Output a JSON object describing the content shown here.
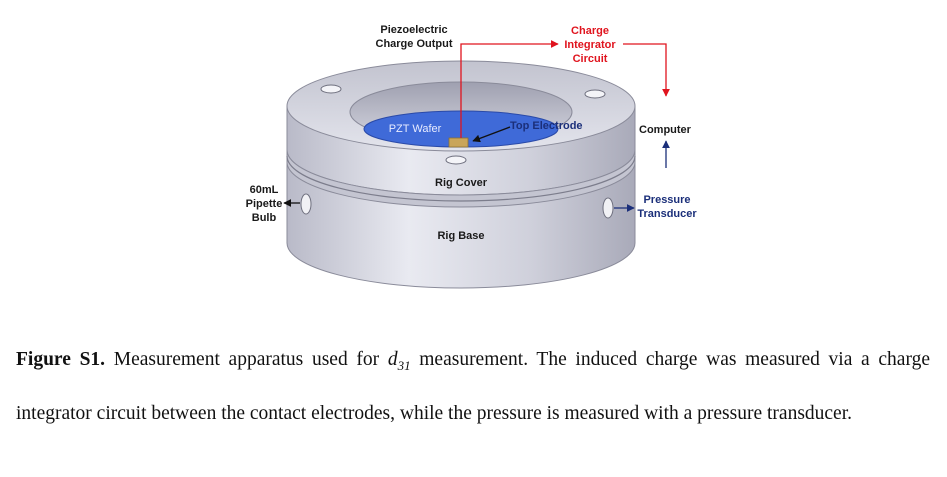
{
  "figure": {
    "labels": {
      "piezo_line1": "Piezoelectric",
      "piezo_line2": "Charge Output",
      "integrator_line1": "Charge",
      "integrator_line2": "Integrator",
      "integrator_line3": "Circuit",
      "computer": "Computer",
      "top_electrode": "Top Electrode",
      "pzt_wafer": "PZT Wafer",
      "rig_cover": "Rig Cover",
      "rig_base": "Rig Base",
      "pipette_line1": "60mL",
      "pipette_line2": "Pipette",
      "pipette_line3": "Bulb",
      "pressure_line1": "Pressure",
      "pressure_line2": "Transducer"
    },
    "colors": {
      "red_signal": "#e0141e",
      "blue_signal": "#1b2f7a",
      "wafer_blue": "#3f6ad8",
      "electrode_gold": "#c9a55a",
      "rig_gray": "#d6d7e0"
    }
  },
  "caption": {
    "label": "Figure S1.",
    "text_before": " Measurement apparatus used for ",
    "symbol": "d",
    "subscript": "31",
    "text_after": " measurement. The induced charge was measured via a charge integrator circuit between the contact electrodes, while the pressure is measured with a pressure transducer."
  }
}
